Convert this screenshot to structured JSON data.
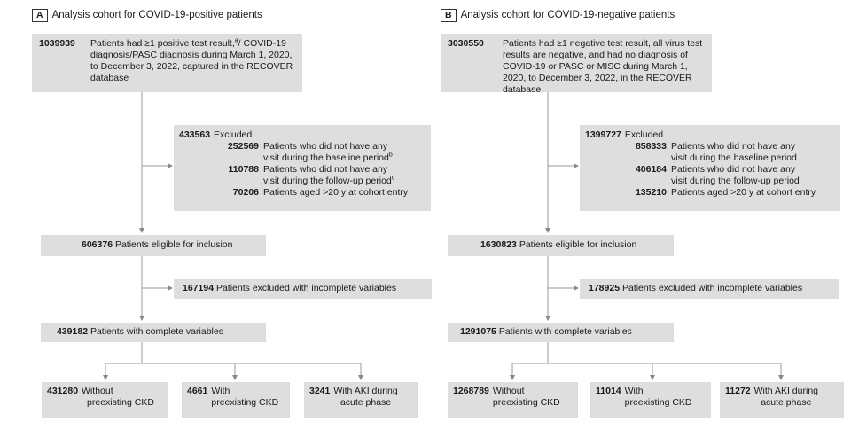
{
  "panel_a": {
    "letter": "A",
    "title": "Analysis cohort for COVID-19-positive patients",
    "top": {
      "number": "1039939",
      "text": "Patients had ≥1 positive test result,",
      "sup_a": "a",
      "text2": "/ COVID-19 diagnosis/PASC diagnosis during March 1, 2020, to December 3, 2022, captured in the RECOVER database"
    },
    "excluded": {
      "number": "433563",
      "label": "Excluded",
      "items": [
        {
          "number": "252569",
          "line1": "Patients who did not have any",
          "line2": "visit during the baseline period",
          "sup": "b"
        },
        {
          "number": "110788",
          "line1": "Patients who did not have any",
          "line2": "visit during the follow-up period",
          "sup": "c"
        },
        {
          "number": "70206",
          "line1": "Patients aged >20 y at cohort entry",
          "line2": "",
          "sup": ""
        }
      ]
    },
    "eligible": {
      "number": "606376",
      "text": "Patients eligible for inclusion"
    },
    "incomplete": {
      "number": "167194",
      "text": "Patients excluded with incomplete variables"
    },
    "complete": {
      "number": "439182",
      "text": "Patients with complete variables"
    },
    "outcomes": [
      {
        "number": "431280",
        "line1": "Without",
        "line2": "preexisting CKD"
      },
      {
        "number": "4661",
        "line1": "With",
        "line2": "preexisting CKD"
      },
      {
        "number": "3241",
        "line1": "With AKI during",
        "line2": "acute phase"
      }
    ]
  },
  "panel_b": {
    "letter": "B",
    "title": "Analysis cohort for COVID-19-negative patients",
    "top": {
      "number": "3030550",
      "text": "Patients had ≥1 negative test result, all virus test results are negative, and had no diagnosis of COVID-19 or PASC or MISC during March 1, 2020, to December 3, 2022, in the RECOVER database"
    },
    "excluded": {
      "number": "1399727",
      "label": "Excluded",
      "items": [
        {
          "number": "858333",
          "line1": "Patients who did not have any",
          "line2": "visit during the baseline period"
        },
        {
          "number": "406184",
          "line1": "Patients who did not have any",
          "line2": "visit during the follow-up period"
        },
        {
          "number": "135210",
          "line1": "Patients aged >20 y at cohort entry",
          "line2": ""
        }
      ]
    },
    "eligible": {
      "number": "1630823",
      "text": "Patients eligible for inclusion"
    },
    "incomplete": {
      "number": "178925",
      "text": "Patients excluded with incomplete variables"
    },
    "complete": {
      "number": "1291075",
      "text": "Patients with complete variables"
    },
    "outcomes": [
      {
        "number": "1268789",
        "line1": "Without",
        "line2": "preexisting CKD"
      },
      {
        "number": "11014",
        "line1": "With",
        "line2": "preexisting CKD"
      },
      {
        "number": "11272",
        "line1": "With AKI during",
        "line2": "acute phase"
      }
    ]
  }
}
